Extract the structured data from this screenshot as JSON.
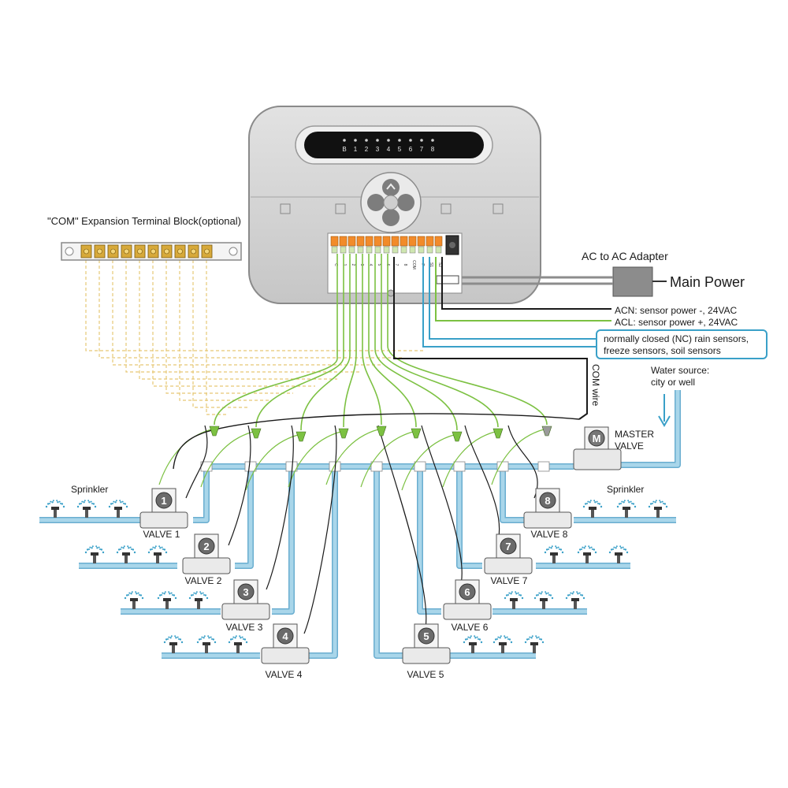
{
  "controller": {
    "led_labels": [
      "B",
      "1",
      "2",
      "3",
      "4",
      "5",
      "6",
      "7",
      "8"
    ],
    "terminal_labels": [
      "C",
      "1",
      "2",
      "3",
      "4",
      "5",
      "6",
      "7",
      "8",
      "COM",
      "P",
      "S1",
      "S2",
      "CLEAR",
      "AC",
      "24"
    ]
  },
  "labels": {
    "expansion_block": "\"COM\" Expansion Terminal Block(optional)",
    "ac_adapter": "AC to AC Adapter",
    "main_power": "Main Power",
    "acn": "ACN: sensor power -, 24VAC",
    "acl": "ACL: sensor power +, 24VAC",
    "sensors_line1": "normally closed (NC) rain sensors,",
    "sensors_line2": "freeze sensors, soil sensors",
    "com_wire": "COM wire",
    "water_source_line1": "Water source:",
    "water_source_line2": "city or well",
    "master_valve_line1": "MASTER",
    "master_valve_line2": "VALVE",
    "master_symbol": "M",
    "sprinkler_left": "Sprinkler",
    "sprinkler_right": "Sprinkler"
  },
  "valves": [
    {
      "number": "1",
      "label": "VALVE 1"
    },
    {
      "number": "2",
      "label": "VALVE 2"
    },
    {
      "number": "3",
      "label": "VALVE 3"
    },
    {
      "number": "4",
      "label": "VALVE 4"
    },
    {
      "number": "5",
      "label": "VALVE 5"
    },
    {
      "number": "6",
      "label": "VALVE 6"
    },
    {
      "number": "7",
      "label": "VALVE 7"
    },
    {
      "number": "8",
      "label": "VALVE 8"
    }
  ],
  "colors": {
    "pipe": "#a9d6ea",
    "pipe_outline": "#6aaed0",
    "zone_wire": "#7cc142",
    "com_wire": "#1a1a1a",
    "sensor_wire": "#3aa0c8",
    "expansion_wire": "#e6c875",
    "controller_body": "#d4d4d4"
  }
}
